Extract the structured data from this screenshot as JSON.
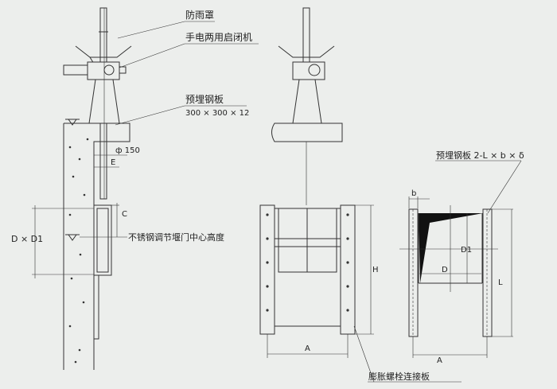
{
  "labels": {
    "rain_cover": "防雨罩",
    "actuator": "手电两用启闭机",
    "embedded_plate": "预埋钢板",
    "embedded_plate_size": "300 × 300 × 12",
    "pipe_dia": "ф 150",
    "dim_e": "E",
    "dim_c": "C",
    "dim_d_d1": "D × D1",
    "center_height": "不锈钢调节堰门中心高度",
    "dim_h": "H",
    "dim_a_front": "A",
    "bolt_plate": "膨胀螺栓连接板",
    "embedded_plate_side": "预埋钢板 2-L × b × δ",
    "dim_b": "b",
    "dim_d1": "D1",
    "dim_d": "D",
    "dim_l": "L",
    "dim_a_side": "A"
  }
}
